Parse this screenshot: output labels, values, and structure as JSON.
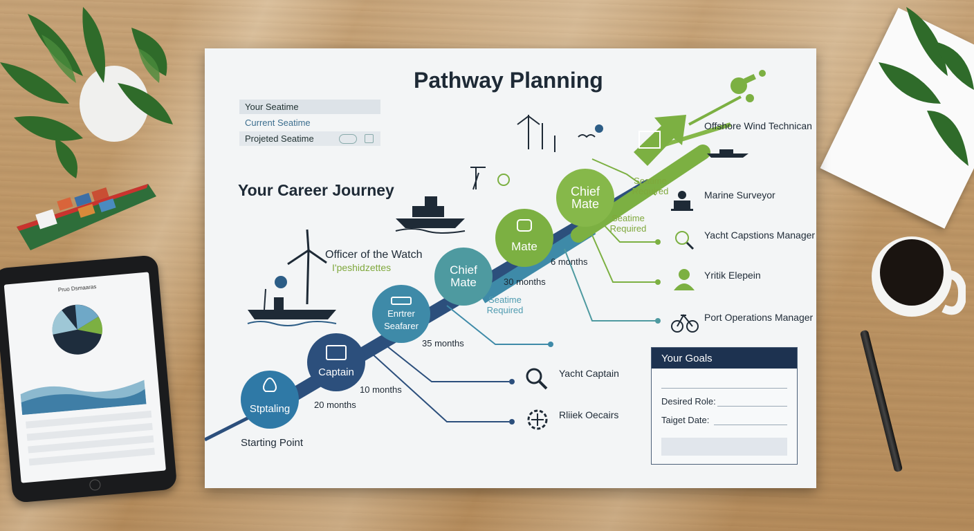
{
  "poster": {
    "title": "Pathway Planning",
    "seatime": {
      "your": "Your Seatime",
      "current": "Current Seatime",
      "projected": "Projeted Seatime"
    },
    "journey_title": "Your Career Journey",
    "officer_title": "Officer of the Watch",
    "officer_subtitle": "I'peshidzettes",
    "starting_point": "Starting Point",
    "nodes": [
      {
        "label": "Stptaling",
        "color": "#2f79a6"
      },
      {
        "label": "Captain",
        "color": "#2c4f7c"
      },
      {
        "label": "Enrtrer Seafarer",
        "color": "#3e8aa8"
      },
      {
        "label": "Chief Mate",
        "color": "#4e9aa0"
      },
      {
        "label": "Mate",
        "color": "#7cb042"
      },
      {
        "label": "Chief Mate",
        "color": "#86b84a"
      }
    ],
    "durations": [
      "20 months",
      "10 months",
      "35 months",
      "30 months",
      "6 months"
    ],
    "seatime_required": [
      "Seatime Required",
      "Seatime Required",
      "Seatime Required"
    ],
    "roles": [
      {
        "label": "Offshore Wind Technican",
        "icon": "wind-turbine-vessel-icon"
      },
      {
        "label": "Marine Surveyor",
        "icon": "surveyor-icon"
      },
      {
        "label": "Yacht Capstions Manager",
        "icon": "magnifier-icon"
      },
      {
        "label": "Yritik Elepein",
        "icon": "person-icon"
      },
      {
        "label": "Port Operations Manager",
        "icon": "bicycle-icon"
      },
      {
        "label": "Yacht Captain",
        "icon": "magnifier-icon"
      },
      {
        "label": "Rliiek Oecairs",
        "icon": "gear-icon"
      }
    ],
    "goals": {
      "title": "Your Goals",
      "desired_role": "Desired Role:",
      "target_date": "Taiget Date:"
    }
  },
  "tablet": {
    "title": "Pruo Dsmaaras"
  },
  "colors": {
    "navy": "#1d3250",
    "teal": "#4e9aa0",
    "green": "#7cb042"
  }
}
